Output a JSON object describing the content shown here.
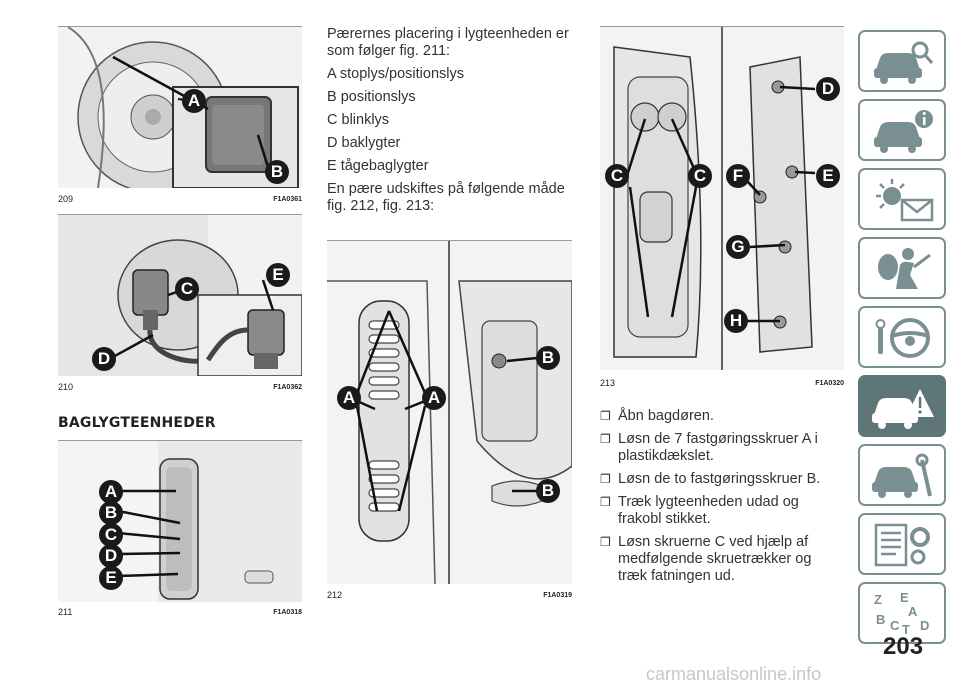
{
  "figures": {
    "f209": {
      "number": "209",
      "code": "F1A0361",
      "labels": [
        "A",
        "B"
      ]
    },
    "f210": {
      "number": "210",
      "code": "F1A0362",
      "labels": [
        "C",
        "E",
        "D"
      ]
    },
    "f211": {
      "number": "211",
      "code": "F1A0318",
      "labels": [
        "A",
        "B",
        "C",
        "D",
        "E"
      ]
    },
    "f212": {
      "number": "212",
      "code": "F1A0319",
      "labels": [
        "B",
        "A",
        "A",
        "B"
      ]
    },
    "f213": {
      "number": "213",
      "code": "F1A0320",
      "labels": [
        "D",
        "C",
        "C",
        "F",
        "E",
        "G",
        "H"
      ]
    }
  },
  "section_title": "BAGLYGTEENHEDER",
  "intro_paragraphs": [
    "Pærernes placering i lygteenheden er som følger fig. 211:",
    "A stoplys/positionslys",
    "B positionslys",
    "C blinklys",
    "D baklygter",
    "E tågebaglygter",
    "En pære udskiftes på følgende måde fig. 212, fig. 213:"
  ],
  "steps": [
    "Åbn bagdøren.",
    "Løsn de 7 fastgøringsskruer A i plastikdækslet.",
    "Løsn de to fastgøringsskruer B.",
    "Træk lygteenheden udad og frakobl stikket.",
    "Løsn skruerne C ved hjælp af medfølgende skruetrækker og træk fatningen ud."
  ],
  "bullet_symbol": "❒",
  "page_number": "203",
  "watermark": "carmanualsonline.info",
  "sidebar_tabs": [
    {
      "icon": "car-search-icon",
      "active": false
    },
    {
      "icon": "car-info-icon",
      "active": false
    },
    {
      "icon": "lights-envelope-icon",
      "active": false
    },
    {
      "icon": "airbag-person-icon",
      "active": false
    },
    {
      "icon": "steering-wheel-icon",
      "active": false
    },
    {
      "icon": "car-warning-icon",
      "active": true
    },
    {
      "icon": "car-wrench-icon",
      "active": false
    },
    {
      "icon": "document-gear-icon",
      "active": false
    },
    {
      "icon": "alphabet-index-icon",
      "active": false
    }
  ],
  "colors": {
    "accent": "#5f7679",
    "tab_border": "#7a8f92",
    "callout": "#1a1a1a"
  }
}
